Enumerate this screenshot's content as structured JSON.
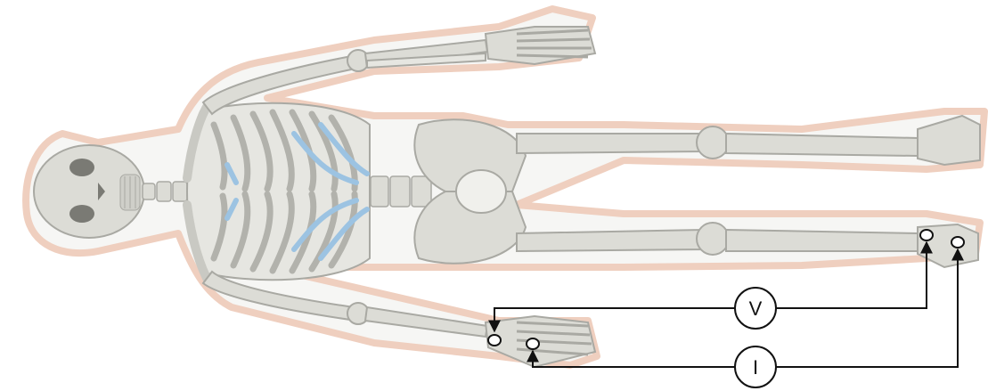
{
  "diagram": {
    "subject": "skeleton-lying-supine",
    "meters": {
      "voltage_label": "V",
      "current_label": "I"
    },
    "colors": {
      "body_outline": "#efcfbf",
      "body_fill": "#f6f6f4",
      "bone": "#deded8",
      "bone_stroke": "#a9a9a3",
      "cartilage": "#9cc3e2",
      "wire": "#111111"
    }
  }
}
